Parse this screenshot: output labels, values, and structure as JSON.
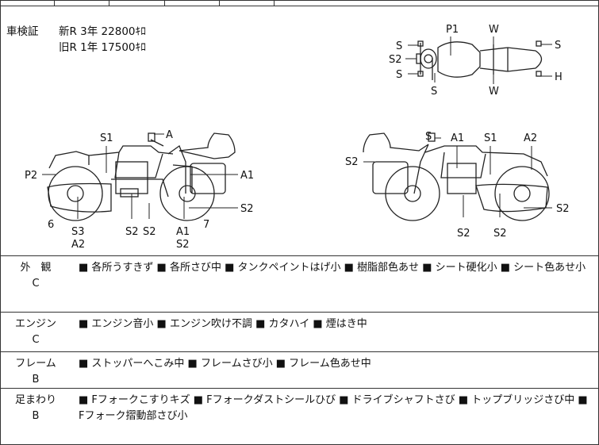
{
  "shaken": {
    "label": "車検証",
    "new_line": "新R 3年 22800ｷﾛ",
    "old_line": "旧R 1年 17500ｷﾛ"
  },
  "top_view_labels": [
    "P1",
    "W",
    "S",
    "S2",
    "S",
    "S",
    "S",
    "H",
    "W"
  ],
  "left_side_labels": [
    "S1",
    "A",
    "P2",
    "A1",
    "6",
    "S3",
    "A2",
    "S2",
    "S2",
    "A1",
    "S2",
    "7",
    "S2"
  ],
  "right_side_labels": [
    "S",
    "A1",
    "S1",
    "A2",
    "S2",
    "S2",
    "S2",
    "S2"
  ],
  "conditions": [
    {
      "name_top": "外　観",
      "grade": "C",
      "desc": "■ 各所うすきず ■ 各所さび中 ■ タンクペイントはげ小 ■ 樹脂部色あせ ■ シート硬化小 ■ シート色あせ小"
    },
    {
      "name_top": "エンジン",
      "grade": "C",
      "desc": "■ エンジン音小 ■ エンジン吹け不調 ■ カタハイ ■ 煙はき中"
    },
    {
      "name_top": "フレーム",
      "grade": "B",
      "desc": "■ ストッパーへこみ中 ■ フレームさび小 ■ フレーム色あせ中"
    },
    {
      "name_top": "足まわり",
      "grade": "B",
      "desc": "■ Fフォークこすりキズ ■ Fフォークダストシールひび ■ ドライブシャフトさび ■ トップブリッジさび中 ■ Fフォーク摺動部さび小"
    }
  ]
}
